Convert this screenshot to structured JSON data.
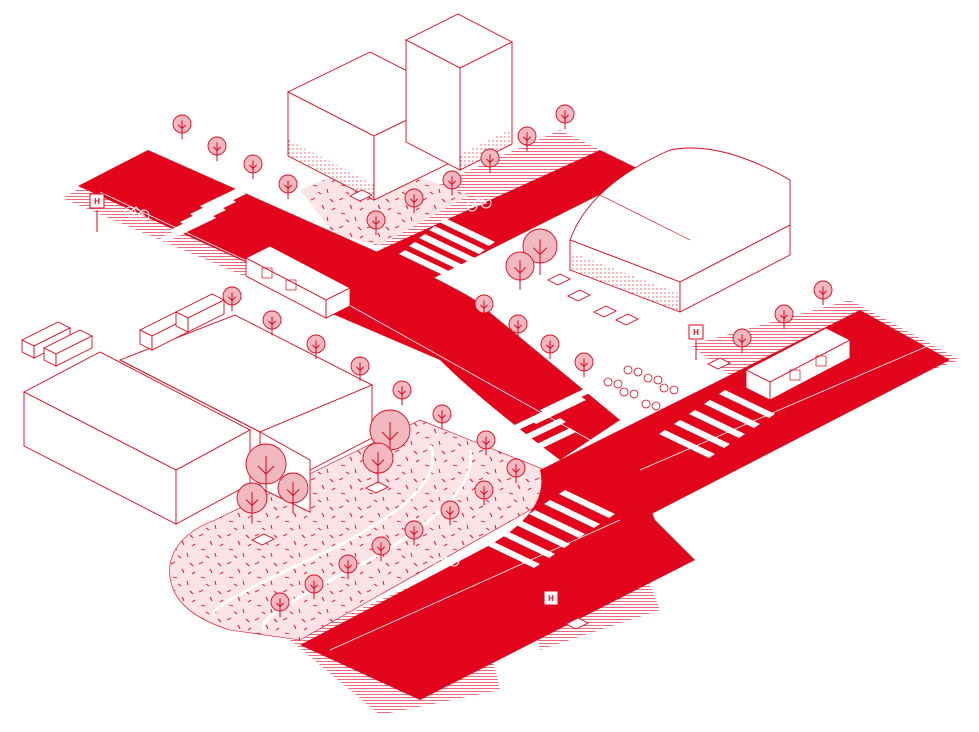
{
  "colors": {
    "accent": "#e3051b",
    "tree_fill": "#f1b8bf",
    "park_fill": "#fbe3e6",
    "background": "#ffffff"
  },
  "bus_stop_signs": [
    {
      "id": "stop-northwest",
      "letter": "H"
    },
    {
      "id": "stop-east",
      "letter": "H"
    },
    {
      "id": "stop-south",
      "letter": "H"
    }
  ],
  "icons": [
    "bicycle-icon",
    "bus-icon",
    "truck-icon",
    "tree-icon",
    "bench-icon",
    "bus-stop-sign-icon"
  ]
}
